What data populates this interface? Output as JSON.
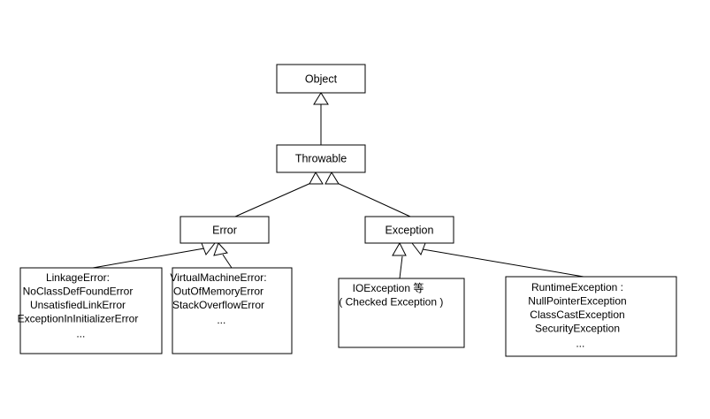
{
  "diagram": {
    "type": "class-hierarchy",
    "background_color": "#ffffff",
    "line_color": "#000000",
    "box_fill": "#ffffff",
    "nodes": {
      "object": {
        "label": "Object"
      },
      "throwable": {
        "label": "Throwable"
      },
      "error": {
        "label": "Error"
      },
      "exception": {
        "label": "Exception"
      },
      "linkage_error": {
        "lines": [
          "LinkageError:",
          "NoClassDefFoundError",
          "UnsatisfiedLinkError",
          "ExceptionInInitializerError",
          "..."
        ]
      },
      "virtual_machine_error": {
        "lines": [
          "VirtualMachineError:",
          "OutOfMemoryError",
          "StackOverflowError",
          "..."
        ]
      },
      "io_exception": {
        "lines": [
          "IOException 等",
          "( Checked Exception )"
        ]
      },
      "runtime_exception": {
        "lines": [
          "RuntimeException :",
          "NullPointerException",
          "ClassCastException",
          "SecurityException",
          "..."
        ]
      }
    },
    "edges": [
      {
        "name": "throwable-to-object",
        "from": "throwable",
        "to": "object",
        "kind": "generalization"
      },
      {
        "name": "error-to-throwable",
        "from": "error",
        "to": "throwable",
        "kind": "generalization"
      },
      {
        "name": "exception-to-throwable",
        "from": "exception",
        "to": "throwable",
        "kind": "generalization"
      },
      {
        "name": "linkage-error-to-error",
        "from": "linkage_error",
        "to": "error",
        "kind": "generalization"
      },
      {
        "name": "virtual-machine-error-to-error",
        "from": "virtual_machine_error",
        "to": "error",
        "kind": "generalization"
      },
      {
        "name": "io-exception-to-exception",
        "from": "io_exception",
        "to": "exception",
        "kind": "generalization"
      },
      {
        "name": "runtime-exception-to-exception",
        "from": "runtime_exception",
        "to": "exception",
        "kind": "generalization"
      }
    ]
  }
}
